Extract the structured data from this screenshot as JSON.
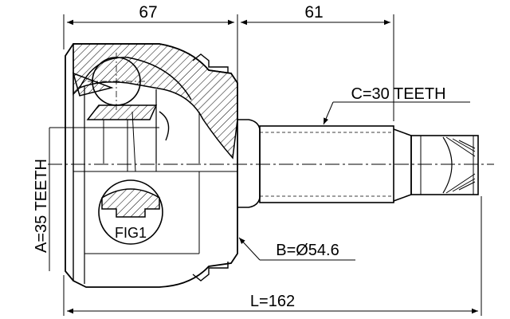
{
  "dimensions": {
    "top_left": "67",
    "top_right": "61",
    "total_length": "L=162"
  },
  "annotations": {
    "spline_outer": "C=30 TEETH",
    "spline_inner": "A=35 TEETH",
    "diameter": "B=Ø54.6",
    "figure_ref": "FIG1"
  }
}
